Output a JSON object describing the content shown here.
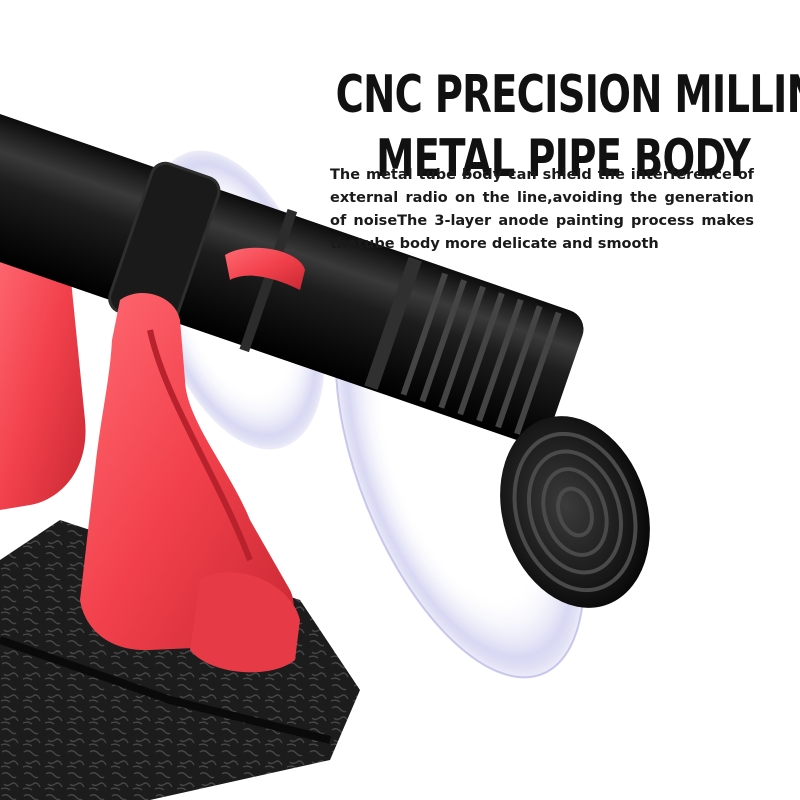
{
  "headline": {
    "line1": "CNC PRECISION MILLING",
    "line2": "METAL PIPE BODY"
  },
  "description": "The metal tube body can shield the interference of external radio on the line,avoiding the generation of noiseThe 3-layer anode painting process makes thetube body more delicate and smooth",
  "colors": {
    "background": "#ffffff",
    "headline_text": "#111111",
    "mic_body": "#1b1b1b",
    "shock_mount": "#f24a55",
    "base_plate": "#1e1e1e",
    "windscreen_tint": "#c9c9ee"
  }
}
